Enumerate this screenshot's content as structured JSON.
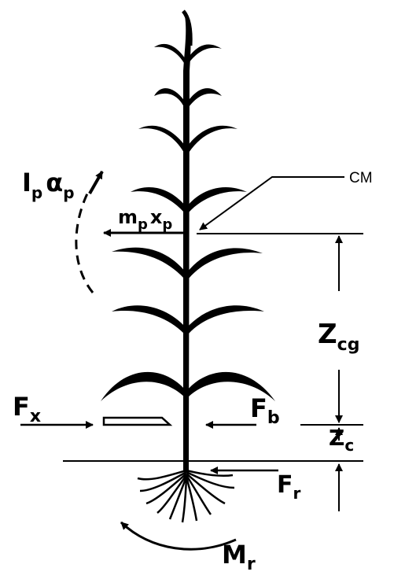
{
  "diagram": {
    "cm_label": "CM",
    "inertia": {
      "main": "I",
      "sub": "p",
      "accel_main": "α",
      "accel_sub": "p"
    },
    "inertial_force": {
      "main": "m",
      "sub": "p",
      "x_main": "x",
      "x_sub": "p"
    },
    "zcg": {
      "main": "Z",
      "sub": "cg"
    },
    "zc": {
      "main": "Z",
      "sub": "c"
    },
    "fx": {
      "main": "F",
      "sub": "x"
    },
    "fb": {
      "main": "F",
      "sub": "b"
    },
    "fr": {
      "main": "F",
      "sub": "r"
    },
    "mr": {
      "main": "M",
      "sub": "r"
    }
  }
}
